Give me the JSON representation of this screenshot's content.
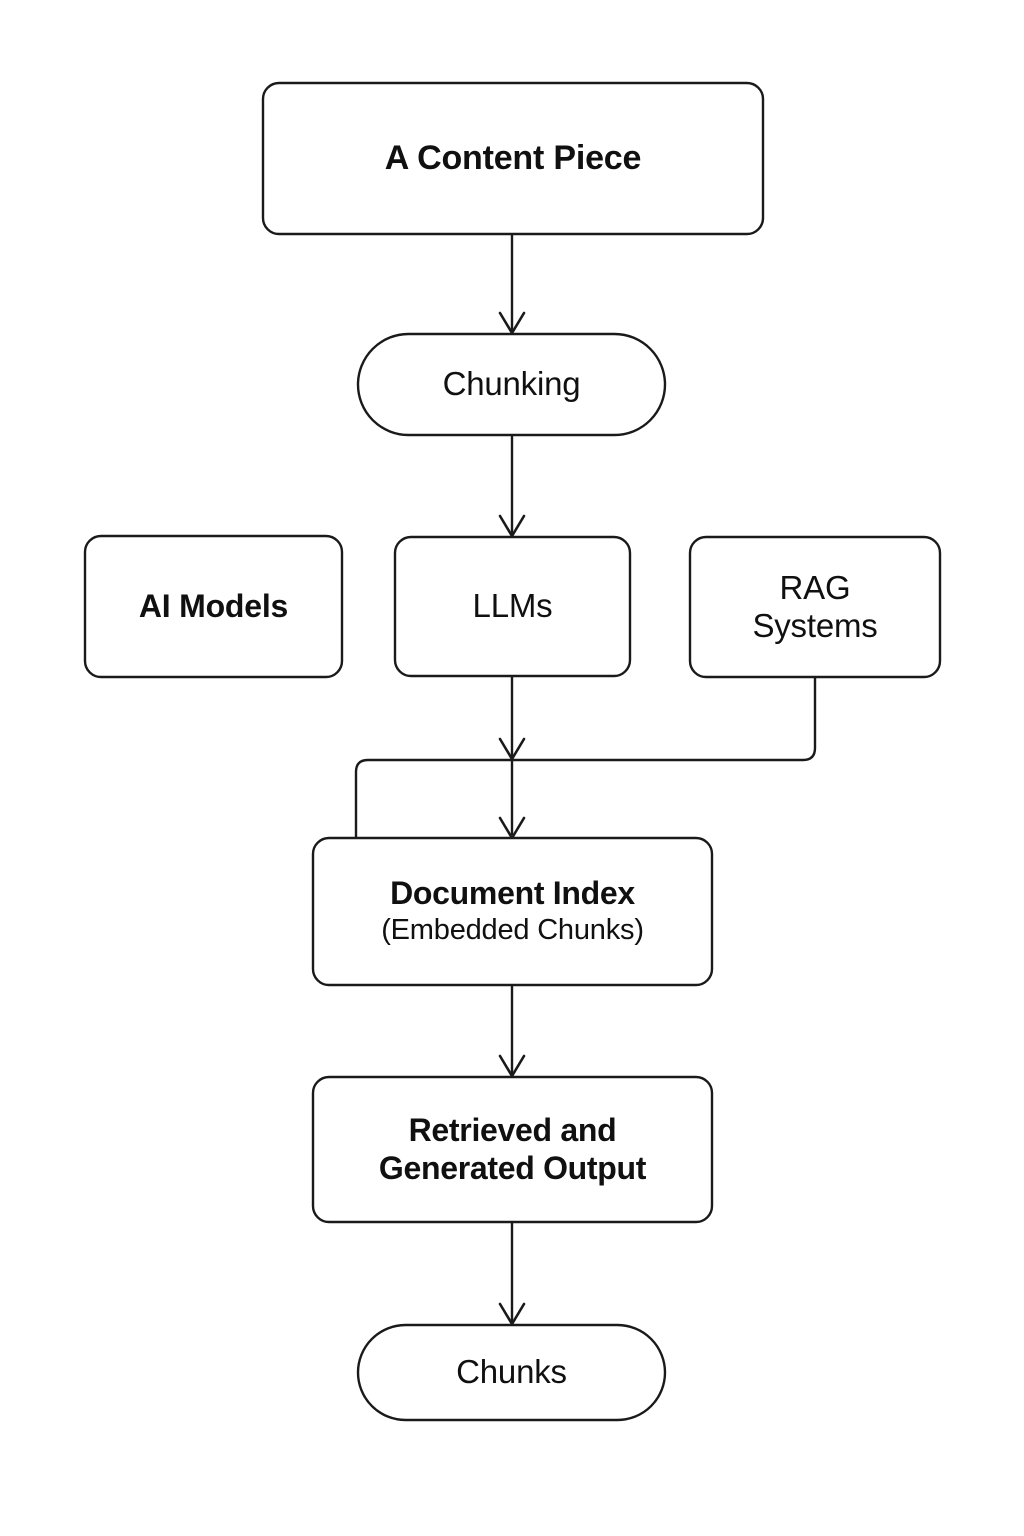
{
  "diagram": {
    "type": "flowchart",
    "orientation": "top-to-bottom",
    "background_color": "#ffffff",
    "stroke_color": "#1a1a1a",
    "text_color": "#101010",
    "nodes": [
      {
        "id": "content-piece",
        "label": "A Content Piece",
        "shape": "rounded-rectangle",
        "emphasis": "bold"
      },
      {
        "id": "chunking",
        "label": "Chunking",
        "shape": "stadium",
        "emphasis": "normal"
      },
      {
        "id": "ai-models",
        "label": "AI Models",
        "shape": "rounded-rectangle",
        "emphasis": "bold"
      },
      {
        "id": "llms",
        "label": "LLMs",
        "shape": "rounded-rectangle",
        "emphasis": "normal"
      },
      {
        "id": "rag-systems",
        "label": "RAG Systems",
        "line1": "RAG",
        "line2": "Systems",
        "shape": "rounded-rectangle",
        "emphasis": "normal"
      },
      {
        "id": "document-index",
        "label": "Document Index",
        "sublabel": "(Embedded Chunks)",
        "shape": "rounded-rectangle",
        "emphasis": "bold"
      },
      {
        "id": "retrieved-output",
        "label": "Retrieved and Generated Output",
        "line1": "Retrieved and",
        "line2": "Generated Output",
        "shape": "rounded-rectangle",
        "emphasis": "bold"
      },
      {
        "id": "chunks",
        "label": "Chunks",
        "shape": "stadium",
        "emphasis": "normal"
      }
    ],
    "edges": [
      {
        "from": "content-piece",
        "to": "chunking",
        "style": "straight",
        "arrow": true
      },
      {
        "from": "chunking",
        "to": "llms",
        "style": "straight",
        "arrow": true
      },
      {
        "from": "llms",
        "to": "document-index",
        "style": "straight",
        "arrow": true
      },
      {
        "from": "rag-systems",
        "to": "document-index",
        "style": "orthogonal-left",
        "arrow": false
      },
      {
        "from": "document-index",
        "to": "retrieved-output",
        "style": "straight",
        "arrow": true
      },
      {
        "from": "retrieved-output",
        "to": "chunks",
        "style": "straight",
        "arrow": true
      }
    ]
  }
}
